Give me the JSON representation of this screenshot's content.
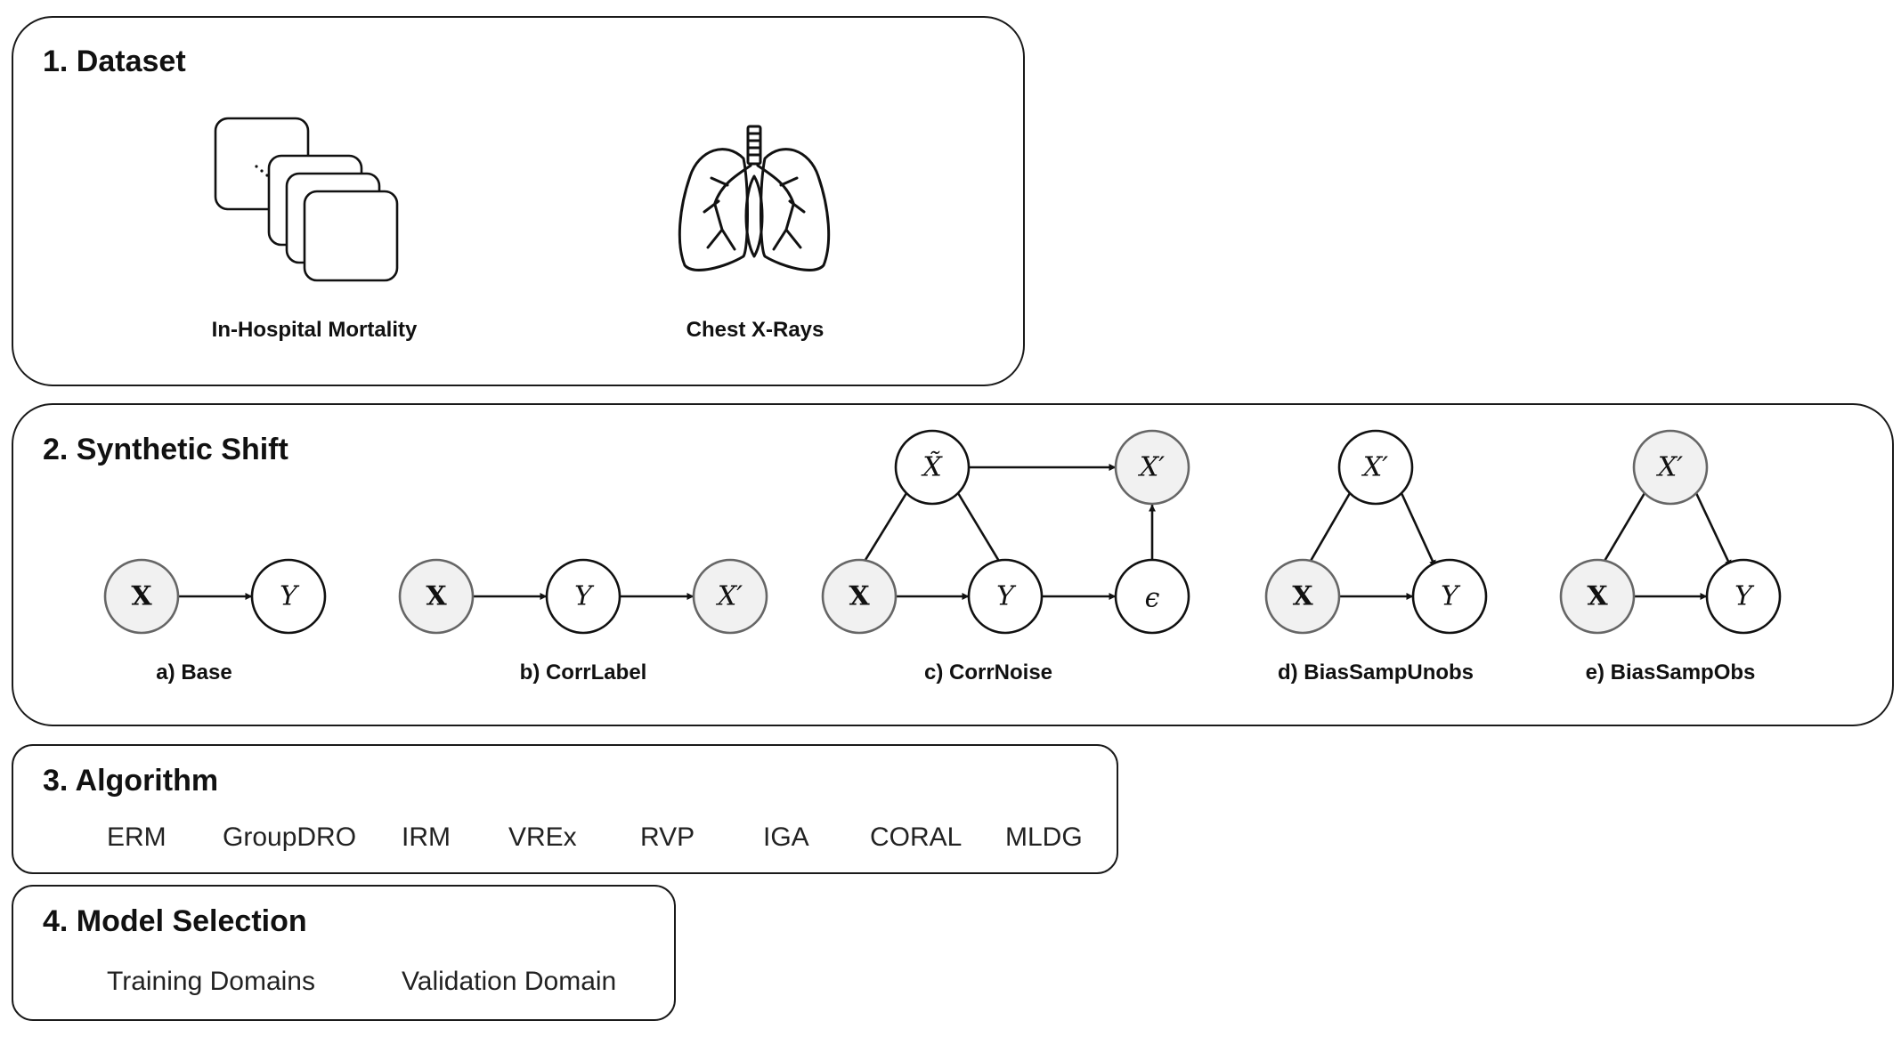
{
  "dataset": {
    "title": "1. Dataset",
    "items": [
      {
        "label": "In-Hospital Mortality",
        "icon": "stacked-documents-icon"
      },
      {
        "label": "Chest X-Rays",
        "icon": "lungs-icon"
      }
    ]
  },
  "shift": {
    "title": "2. Synthetic Shift",
    "node_labels": {
      "x_bold": "X",
      "y": "Y",
      "x_prime": "X′",
      "x_tilde": "X̃",
      "epsilon": "ϵ"
    },
    "graphs": [
      {
        "caption": "a) Base"
      },
      {
        "caption": "b) CorrLabel"
      },
      {
        "caption": "c) CorrNoise"
      },
      {
        "caption": "d) BiasSampUnobs"
      },
      {
        "caption": "e) BiasSampObs"
      }
    ],
    "colors": {
      "observed_fill": "#f1f1f1",
      "observed_stroke": "#666666",
      "latent_fill": "#ffffff",
      "latent_stroke": "#111111"
    }
  },
  "algorithm": {
    "title": "3. Algorithm",
    "items": [
      "ERM",
      "GroupDRO",
      "IRM",
      "VREx",
      "RVP",
      "IGA",
      "CORAL",
      "MLDG"
    ]
  },
  "selection": {
    "title": "4. Model Selection",
    "items": [
      "Training Domains",
      "Validation Domain"
    ]
  }
}
